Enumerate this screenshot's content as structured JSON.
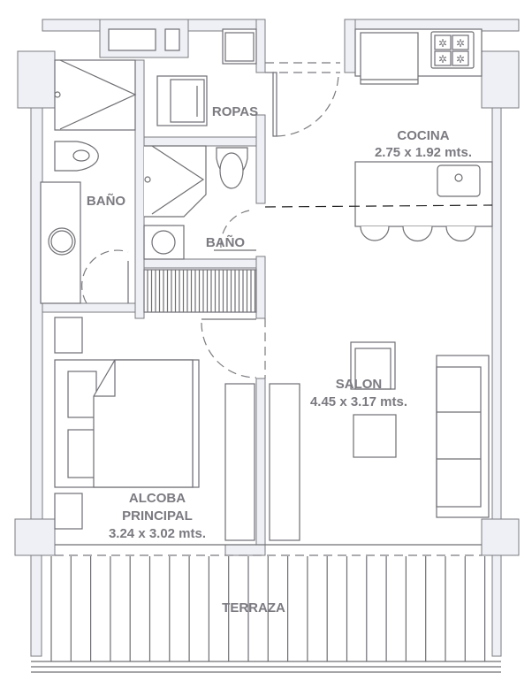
{
  "plan": {
    "rooms": {
      "ropas": {
        "name": "ROPAS"
      },
      "cocina": {
        "name": "COCINA",
        "size": "2.75 x 1.92 mts."
      },
      "bano1": {
        "name": "BAÑO"
      },
      "bano2": {
        "name": "BAÑO"
      },
      "salon": {
        "name": "SALON",
        "size": "4.45 x 3.17 mts."
      },
      "alcoba": {
        "name": "ALCOBA",
        "name2": "PRINCIPAL",
        "size": "3.24 x 3.02 mts."
      },
      "terraza": {
        "name": "TERRAZA"
      }
    },
    "colors": {
      "wall": "#eef0f6",
      "line": "#6f6f74",
      "label": "#7a7a80"
    }
  }
}
